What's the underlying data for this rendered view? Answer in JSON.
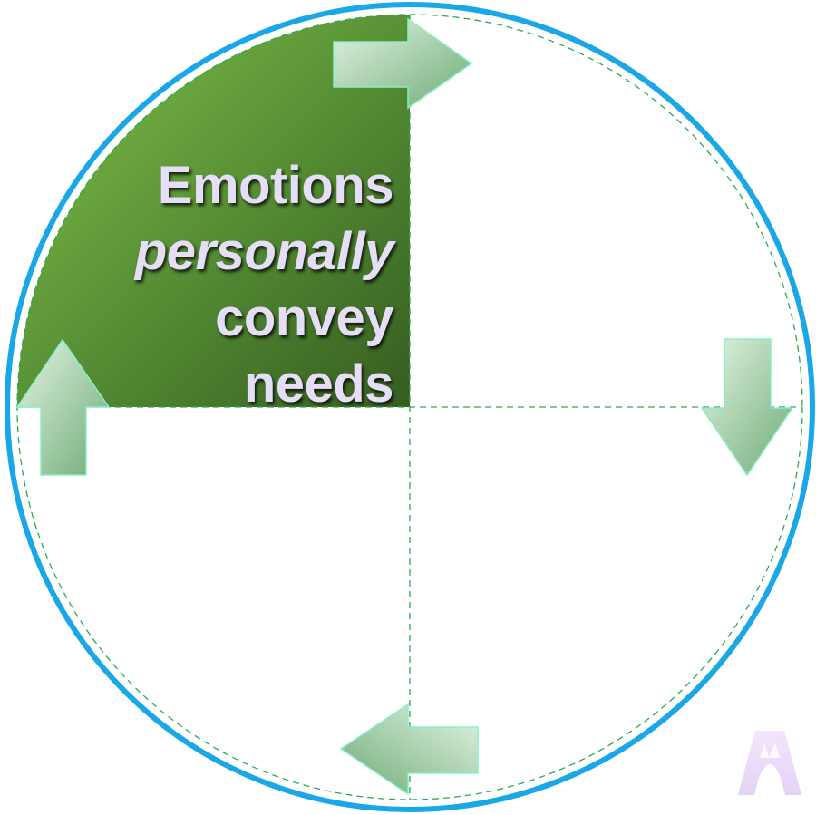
{
  "quadrant_top_left": {
    "line1": "Emotions",
    "line2": "personally",
    "line3": "convey",
    "line4": "needs"
  },
  "colors": {
    "outer_ring": "#1aa7e8",
    "quadrant_fill_light": "#72b043",
    "quadrant_fill_dark": "#3b6524",
    "arrow_light": "#e2f3e4",
    "arrow_dark": "#76b27a",
    "arrow_outline": "#86f0c8",
    "dashed_line": "#2ea84e",
    "text": "#e6ddf7",
    "logo": "#ebdcf9"
  },
  "icons": {
    "arrows": [
      "arrow-right-icon",
      "arrow-down-icon",
      "arrow-left-icon",
      "arrow-up-icon"
    ],
    "logo": "a-logo-icon"
  }
}
